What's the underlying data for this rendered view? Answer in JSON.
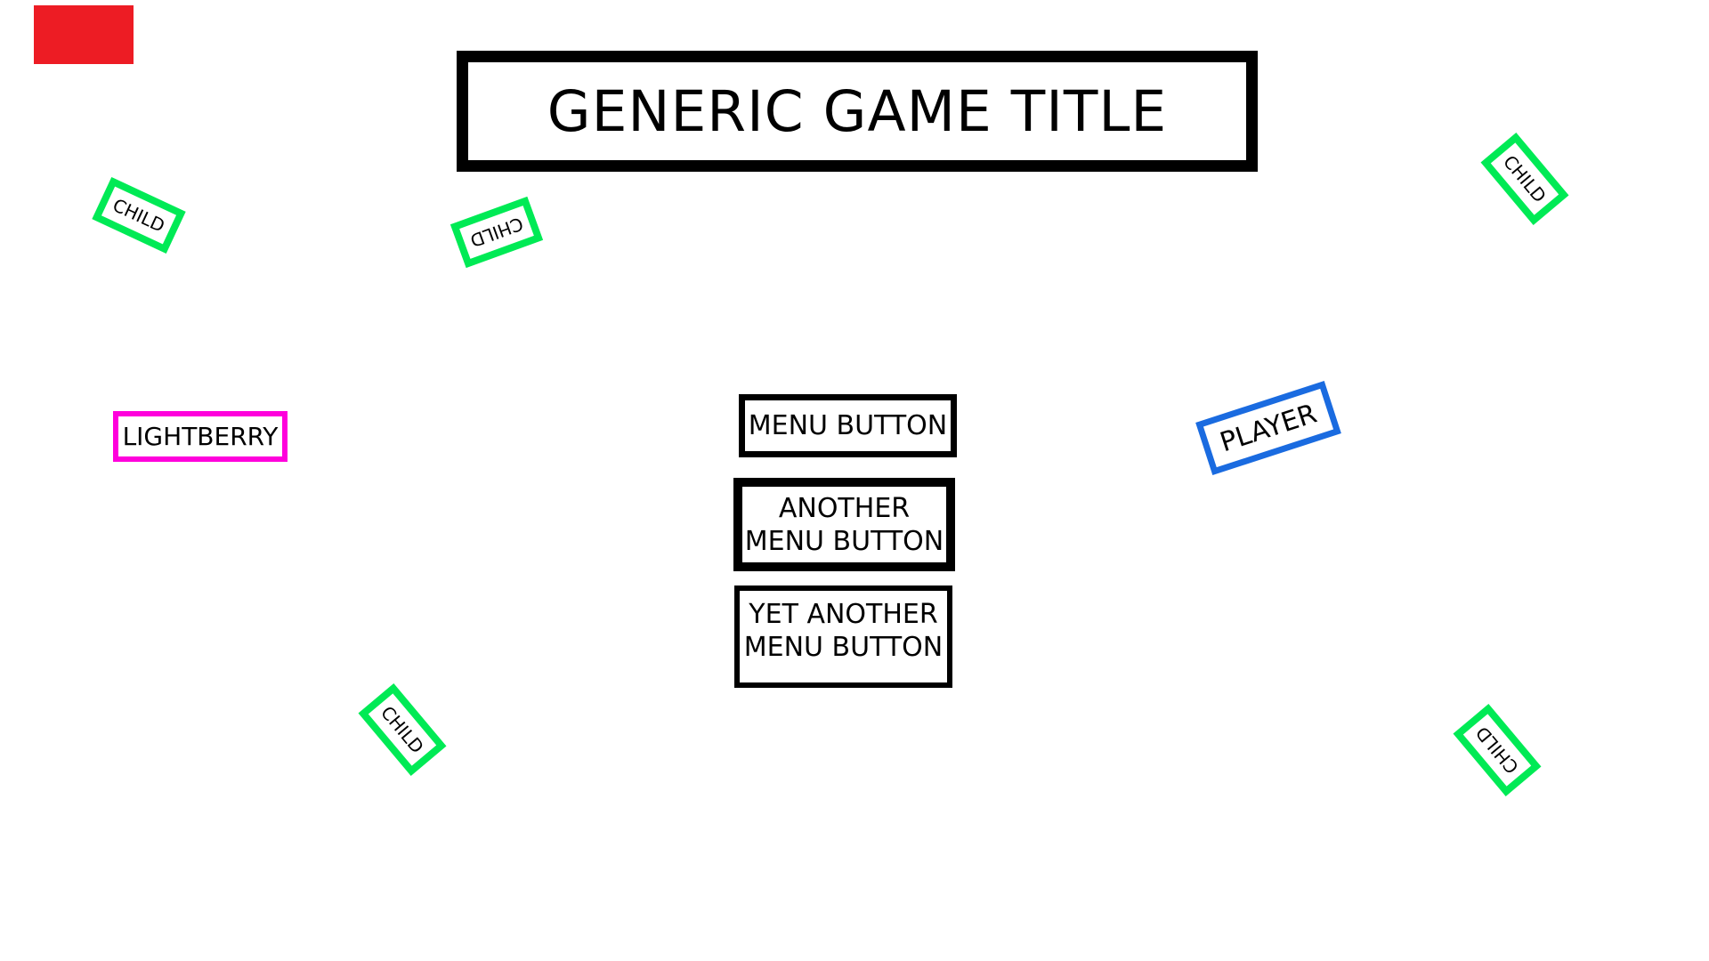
{
  "scene": {
    "background_color": "#ffffff",
    "title": {
      "label": "GENERIC GAME TITLE",
      "border_color": "#000000"
    },
    "menu": {
      "buttons": [
        {
          "label": "MENU BUTTON"
        },
        {
          "label": "ANOTHER\nMENU BUTTON"
        },
        {
          "label": "YET ANOTHER\nMENU BUTTON"
        }
      ]
    },
    "nodes": {
      "lightberry": {
        "label": "LIGHTBERRY",
        "outline_color": "#ff00dc"
      },
      "player": {
        "label": "PLAYER",
        "outline_color": "#1a6be0"
      },
      "child_outline_color": "#00ea55",
      "children": [
        {
          "label": "CHILD"
        },
        {
          "label": "CHILD"
        },
        {
          "label": "CHILD"
        },
        {
          "label": "CHILD"
        },
        {
          "label": "CHILD"
        }
      ],
      "color_rect": {
        "fill_color": "#ed1c24"
      }
    }
  }
}
